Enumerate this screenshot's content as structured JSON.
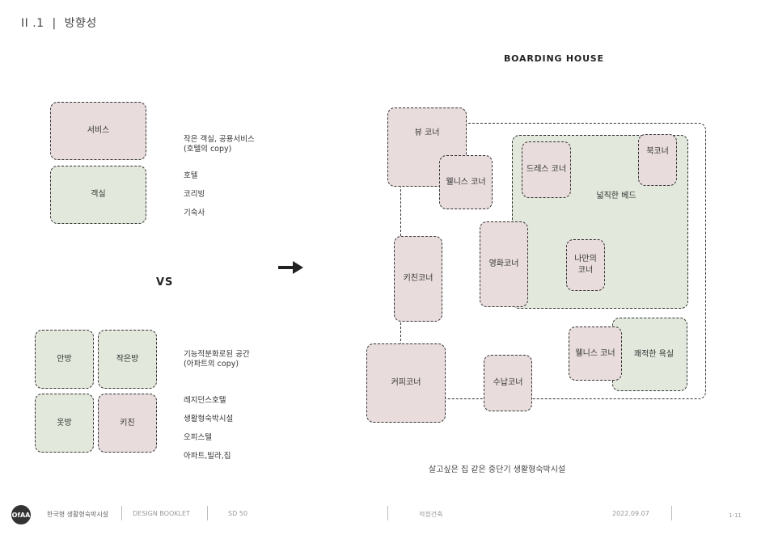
{
  "header": {
    "section": "II .1",
    "separator": "|",
    "title": "방향성"
  },
  "left": {
    "hotel_group": {
      "boxes": {
        "service": "서비스",
        "room": "객실"
      },
      "note_main": "작은 객실, 공용서비스\n(호텔의 copy)",
      "examples": [
        "호텔",
        "코리빙",
        "기숙사"
      ]
    },
    "vs": "VS",
    "apt_group": {
      "boxes": {
        "anbang": "안방",
        "jakeunbang": "작은방",
        "otbang": "옷방",
        "kitchen": "키친"
      },
      "note_main": "기능적분화로된 공간\n(아파트의 copy)",
      "examples": [
        "레지던스호텔",
        "생활형숙박시설",
        "오피스텔",
        "아파트,빌라,집"
      ]
    }
  },
  "right": {
    "title": "BOARDING HOUSE",
    "boxes": {
      "view_corner": "뷰 코너",
      "wellness_corner_1": "웰니스 코너",
      "dress_corner": "드레스 코너",
      "book_corner": "북코너",
      "wide_bed": "넓직한 베드",
      "kitchen_corner": "키친코너",
      "movie_corner": "영화코너",
      "my_corner": "나만의\n코너",
      "wellness_corner_2": "웰니스 코너",
      "bathroom": "쾌적한 욕실",
      "coffee_corner": "커피코너",
      "storage_corner": "수납코너"
    },
    "caption": "살고싶은 집 같은 중단기 생활형숙박시설"
  },
  "footer": {
    "logo": "OfAA",
    "org": "한국형 생활형숙박시설",
    "booklet": "DESIGN BOOKLET",
    "course": "SD 50",
    "name": "적정건축",
    "date": "2022.09.07",
    "page": "1-11"
  },
  "colors": {
    "pink": "#e8dcdc",
    "green": "#e2e8dc",
    "border": "#333333"
  }
}
